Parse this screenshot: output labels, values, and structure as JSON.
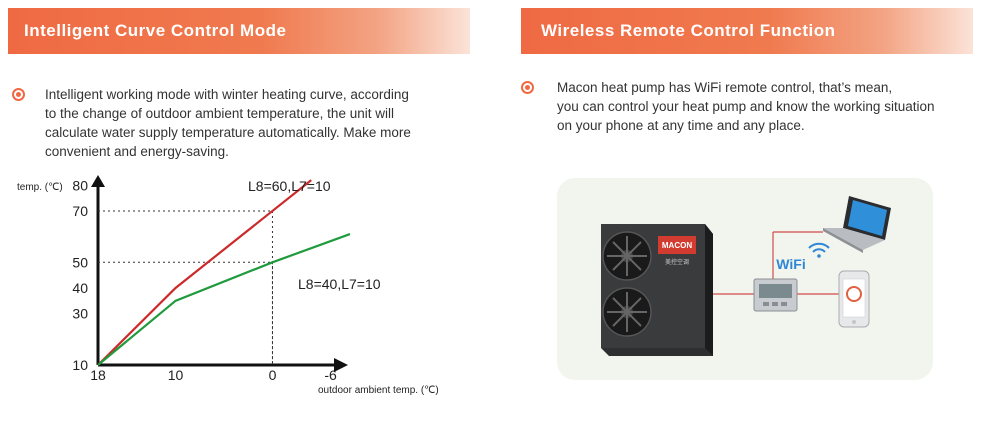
{
  "left": {
    "title": "Intelligent Curve Control Mode",
    "description_lines": [
      "Intelligent working mode with winter heating curve, according",
      "to the change of outdoor ambient temperature, the unit will",
      "calculate water supply temperature automatically. Make more",
      "convenient and energy-saving."
    ]
  },
  "right": {
    "title": "Wireless Remote Control Function",
    "description_lines": [
      "Macon heat pump has WiFi remote control, that’s mean,",
      "you can control your heat pump and know the working situation",
      "on your phone at any time and any place."
    ],
    "unit_brand": "MACON",
    "unit_brand_sub": "美控空调",
    "wifi_label": "WiFi"
  },
  "colors": {
    "accent": "#ef6a43",
    "curve_high": "#cc2a2a",
    "curve_low": "#1f9a3c",
    "axis": "#111111"
  },
  "chart_data": {
    "type": "line",
    "title": "",
    "ylabel": "temp. (℃)",
    "xlabel": "outdoor ambient temp. (℃)",
    "x_tick_labels": [
      "18",
      "10",
      "0",
      "-6"
    ],
    "y_tick_labels": [
      "10",
      "30",
      "40",
      "50",
      "70",
      "80"
    ],
    "xlim": [
      18,
      -8
    ],
    "ylim": [
      10,
      84
    ],
    "series": [
      {
        "name": "L8=60,L7=10",
        "x": [
          18,
          10,
          0,
          -4
        ],
        "y": [
          10,
          40,
          70,
          82
        ]
      },
      {
        "name": "L8=40,L7=10",
        "x": [
          18,
          10,
          0,
          -8
        ],
        "y": [
          10,
          35,
          50,
          61
        ]
      }
    ],
    "reference_lines": [
      {
        "x": 0,
        "y": 70
      },
      {
        "x": 0,
        "y": 50
      }
    ]
  }
}
